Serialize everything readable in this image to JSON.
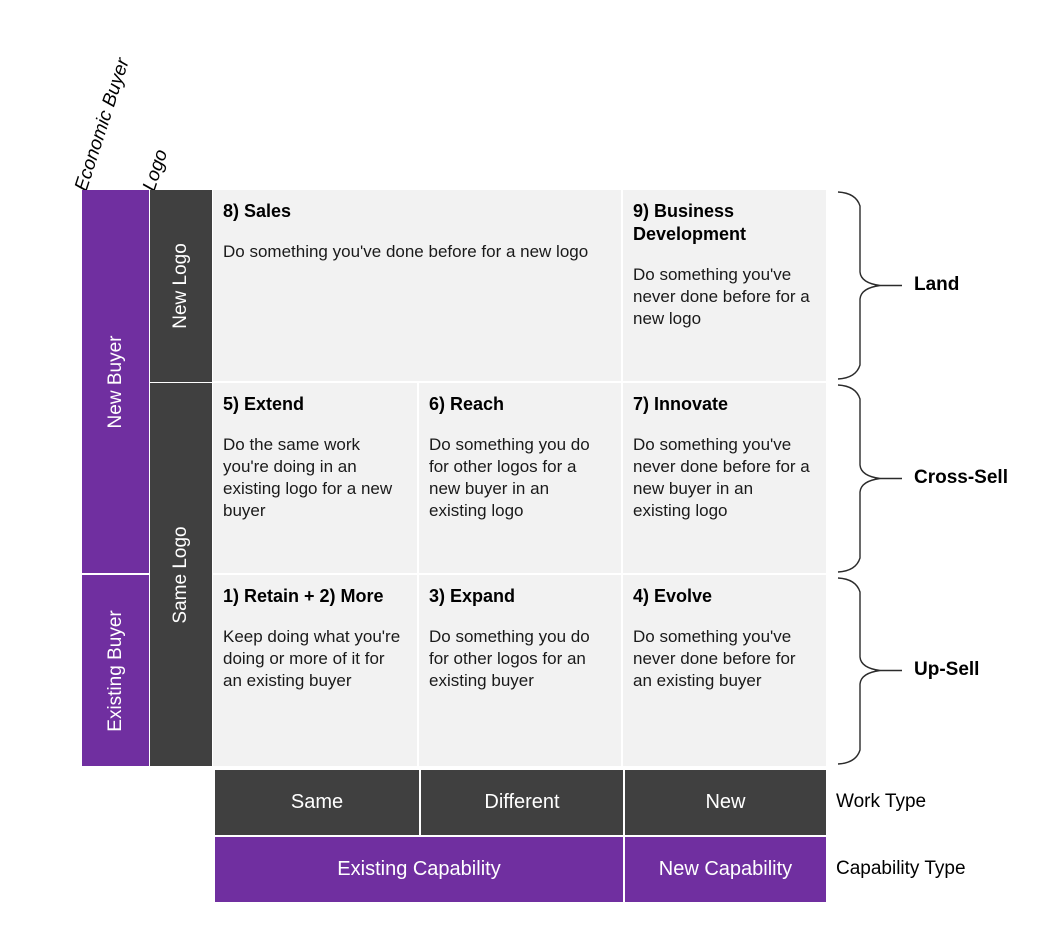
{
  "axes": {
    "economic_buyer_label": "Economic Buyer",
    "logo_label": "Logo",
    "work_type_label": "Work Type",
    "capability_type_label": "Capability Type"
  },
  "colors": {
    "purple": "#702FA0",
    "dark_gray": "#404040",
    "cell_bg": "#F2F2F2"
  },
  "buyer_rows": [
    {
      "label": "New Buyer"
    },
    {
      "label": "Existing Buyer"
    }
  ],
  "logo_rows": [
    {
      "label": "New Logo"
    },
    {
      "label": "Same Logo"
    }
  ],
  "matrix": {
    "cells": [
      {
        "id": "8",
        "title": "8) Sales",
        "description": "Do something you've done before for a new logo"
      },
      {
        "id": "9",
        "title": "9) Business Development",
        "description": "Do something you've never done before for a new logo"
      },
      {
        "id": "5",
        "title": "5) Extend",
        "description": "Do the same work you're doing in an existing logo for a new buyer"
      },
      {
        "id": "6",
        "title": "6) Reach",
        "description": "Do something you do for other logos for a new buyer in an existing logo"
      },
      {
        "id": "7",
        "title": "7) Innovate",
        "description": "Do something you've never done before for a new buyer in an existing logo"
      },
      {
        "id": "1-2",
        "title": "1) Retain +  2) More",
        "description": "Keep doing what you're doing or more of it for an existing buyer"
      },
      {
        "id": "3",
        "title": "3) Expand",
        "description": "Do something you do for other logos for an existing buyer"
      },
      {
        "id": "4",
        "title": "4) Evolve",
        "description": "Do something you've never done before for an existing buyer"
      }
    ]
  },
  "work_type_bands": [
    {
      "label": "Same"
    },
    {
      "label": "Different"
    },
    {
      "label": "New"
    }
  ],
  "capability_type_bands": [
    {
      "label": "Existing Capability"
    },
    {
      "label": "New Capability"
    }
  ],
  "motions": [
    {
      "label": "Land"
    },
    {
      "label": "Cross-Sell"
    },
    {
      "label": "Up-Sell"
    }
  ]
}
